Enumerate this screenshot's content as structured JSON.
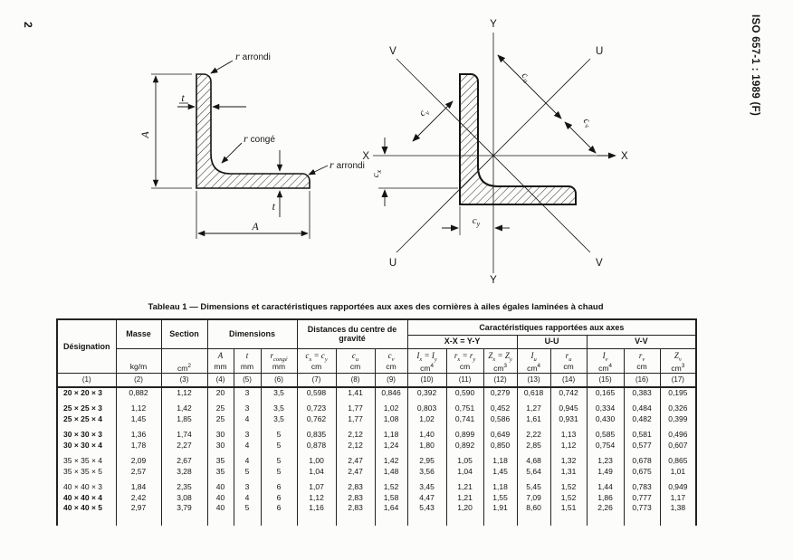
{
  "page": {
    "number": "2",
    "edge_header": "ISO 657-1 : 1989 (F)"
  },
  "figure_left": {
    "r_sym": "r",
    "arrondi": "arrondi",
    "conge": "congé",
    "t": "t",
    "A": "A"
  },
  "figure_right": {
    "X": "X",
    "Y": "Y",
    "U": "U",
    "V": "V",
    "c": "c",
    "sub_u": "u",
    "sub_v": "v",
    "sub_x": "x",
    "sub_y": "y"
  },
  "table": {
    "title": "Tableau 1 — Dimensions et caractéristiques rapportées aux axes des cornières à ailes égales laminées à chaud",
    "head": {
      "designation": "Désignation",
      "masse": "Masse",
      "section": "Section",
      "dimensions": "Dimensions",
      "distances": "Distances du centre de gravité",
      "caracteristiques": "Caractéristiques rapportées aux axes",
      "xy": "X-X = Y-Y",
      "uu": "U-U",
      "vv": "V-V"
    },
    "symbols": [
      {
        "sym": "",
        "unit": "kg/m"
      },
      {
        "sym": "",
        "unit": "cm^2"
      },
      {
        "sym": "A",
        "unit": "mm"
      },
      {
        "sym": "t",
        "unit": "mm"
      },
      {
        "sym": "r_congé",
        "unit": "mm"
      },
      {
        "sym": "c_x = c_y",
        "unit": "cm"
      },
      {
        "sym": "c_u",
        "unit": "cm"
      },
      {
        "sym": "c_v",
        "unit": "cm"
      },
      {
        "sym": "I_x = I_y",
        "unit": "cm^4"
      },
      {
        "sym": "r_x = r_y",
        "unit": "cm"
      },
      {
        "sym": "Z_x = Z_y",
        "unit": "cm^3"
      },
      {
        "sym": "I_u",
        "unit": "cm^4"
      },
      {
        "sym": "r_u",
        "unit": "cm"
      },
      {
        "sym": "I_v",
        "unit": "cm^4"
      },
      {
        "sym": "r_v",
        "unit": "cm"
      },
      {
        "sym": "Z_v",
        "unit": "cm^3"
      }
    ],
    "col_numbers": [
      "(1)",
      "(2)",
      "(3)",
      "(4)",
      "(5)",
      "(6)",
      "(7)",
      "(8)",
      "(9)",
      "(10)",
      "(11)",
      "(12)",
      "(13)",
      "(14)",
      "(15)",
      "(16)",
      "(17)"
    ],
    "rows": [
      {
        "d": "20 × 20 × 3",
        "bold": true,
        "group": 0,
        "v": [
          "0,882",
          "1,12",
          "20",
          "3",
          "3,5",
          "0,598",
          "1,41",
          "0,846",
          "0,392",
          "0,590",
          "0,279",
          "0,618",
          "0,742",
          "0,165",
          "0,383",
          "0,195"
        ]
      },
      {
        "d": "25 × 25 × 3",
        "bold": true,
        "group": 1,
        "v": [
          "1,12",
          "1,42",
          "25",
          "3",
          "3,5",
          "0,723",
          "1,77",
          "1,02",
          "0,803",
          "0,751",
          "0,452",
          "1,27",
          "0,945",
          "0,334",
          "0,484",
          "0,326"
        ]
      },
      {
        "d": "25 × 25 × 4",
        "bold": true,
        "group": 1,
        "v": [
          "1,45",
          "1,85",
          "25",
          "4",
          "3,5",
          "0,762",
          "1,77",
          "1,08",
          "1,02",
          "0,741",
          "0,586",
          "1,61",
          "0,931",
          "0,430",
          "0,482",
          "0,399"
        ]
      },
      {
        "d": "30 × 30 × 3",
        "bold": true,
        "group": 2,
        "v": [
          "1,36",
          "1,74",
          "30",
          "3",
          "5",
          "0,835",
          "2,12",
          "1,18",
          "1,40",
          "0,899",
          "0,649",
          "2,22",
          "1,13",
          "0,585",
          "0,581",
          "0,496"
        ]
      },
      {
        "d": "30 × 30 × 4",
        "bold": true,
        "group": 2,
        "v": [
          "1,78",
          "2,27",
          "30",
          "4",
          "5",
          "0,878",
          "2,12",
          "1,24",
          "1,80",
          "0,892",
          "0,850",
          "2,85",
          "1,12",
          "0,754",
          "0,577",
          "0,607"
        ]
      },
      {
        "d": "35 × 35 × 4",
        "bold": false,
        "group": 3,
        "v": [
          "2,09",
          "2,67",
          "35",
          "4",
          "5",
          "1,00",
          "2,47",
          "1,42",
          "2,95",
          "1,05",
          "1,18",
          "4,68",
          "1,32",
          "1,23",
          "0,678",
          "0,865"
        ]
      },
      {
        "d": "35 × 35 × 5",
        "bold": false,
        "group": 3,
        "v": [
          "2,57",
          "3,28",
          "35",
          "5",
          "5",
          "1,04",
          "2,47",
          "1,48",
          "3,56",
          "1,04",
          "1,45",
          "5,64",
          "1,31",
          "1,49",
          "0,675",
          "1,01"
        ]
      },
      {
        "d": "40 × 40 × 3",
        "bold": false,
        "group": 4,
        "v": [
          "1,84",
          "2,35",
          "40",
          "3",
          "6",
          "1,07",
          "2,83",
          "1,52",
          "3,45",
          "1,21",
          "1,18",
          "5,45",
          "1,52",
          "1,44",
          "0,783",
          "0,949"
        ]
      },
      {
        "d": "40 × 40 × 4",
        "bold": true,
        "group": 4,
        "v": [
          "2,42",
          "3,08",
          "40",
          "4",
          "6",
          "1,12",
          "2,83",
          "1,58",
          "4,47",
          "1,21",
          "1,55",
          "7,09",
          "1,52",
          "1,86",
          "0,777",
          "1,17"
        ]
      },
      {
        "d": "40 × 40 × 5",
        "bold": true,
        "group": 4,
        "v": [
          "2,97",
          "3,79",
          "40",
          "5",
          "6",
          "1,16",
          "2,83",
          "1,64",
          "5,43",
          "1,20",
          "1,91",
          "8,60",
          "1,51",
          "2,26",
          "0,773",
          "1,38"
        ]
      }
    ]
  }
}
